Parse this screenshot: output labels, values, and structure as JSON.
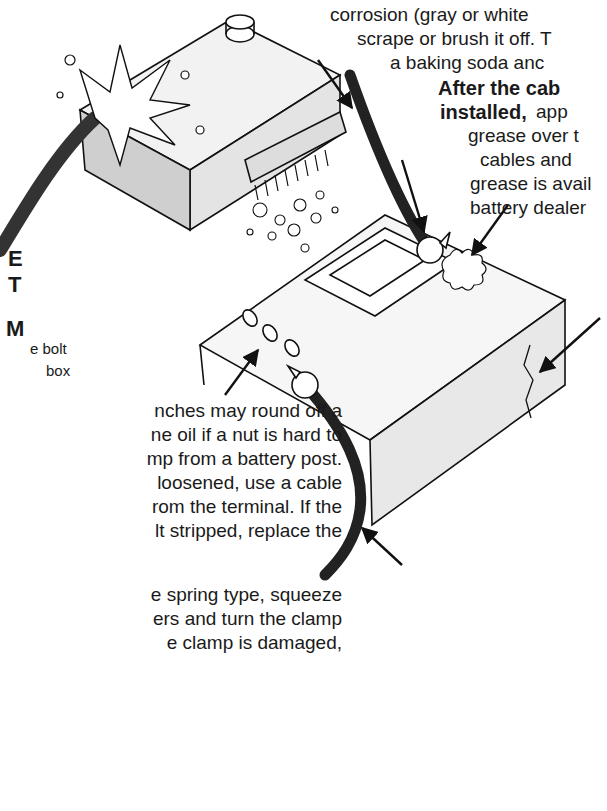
{
  "diagram": {
    "labels": [
      "corrosion (gray or white",
      "scrape or brush it off. T",
      "a baking soda anc",
      "After the cab",
      "installed,",
      "app",
      "grease over t",
      "cables and",
      "grease is avail",
      "battery dealer",
      "E",
      "T",
      "M",
      "e bolt",
      "box",
      "nches may round off a",
      "ne oil if a nut is hard to",
      "mp from a battery post.",
      "loosened, use a cable",
      "rom the terminal. If the",
      "lt stripped, replace the",
      "e spring type, squeeze",
      "ers and turn the clamp",
      "e clamp is damaged,"
    ]
  }
}
